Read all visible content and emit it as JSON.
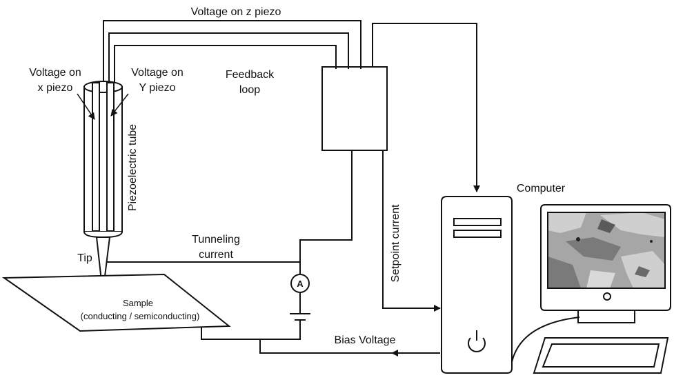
{
  "labels": {
    "voltage_z": "Voltage on z piezo",
    "voltage_x_line1": "Voltage on",
    "voltage_x_line2": "x piezo",
    "voltage_y_line1": "Voltage on",
    "voltage_y_line2": "Y piezo",
    "feedback_line1": "Feedback",
    "feedback_line2": "loop",
    "piezo_tube": "Piezoelectric tube",
    "tip": "Tip",
    "tunneling_line1": "Tunneling",
    "tunneling_line2": "current",
    "setpoint": "Setpoint current",
    "computer": "Computer",
    "bias": "Bias Voltage",
    "sample_line1": "Sample",
    "sample_line2": "(conducting / semiconducting)",
    "ammeter": "A"
  },
  "colors": {
    "stroke": "#111111",
    "background": "#ffffff",
    "screen_light": "#b8b8b8",
    "screen_mid": "#8a8a8a",
    "screen_dark": "#555555"
  }
}
